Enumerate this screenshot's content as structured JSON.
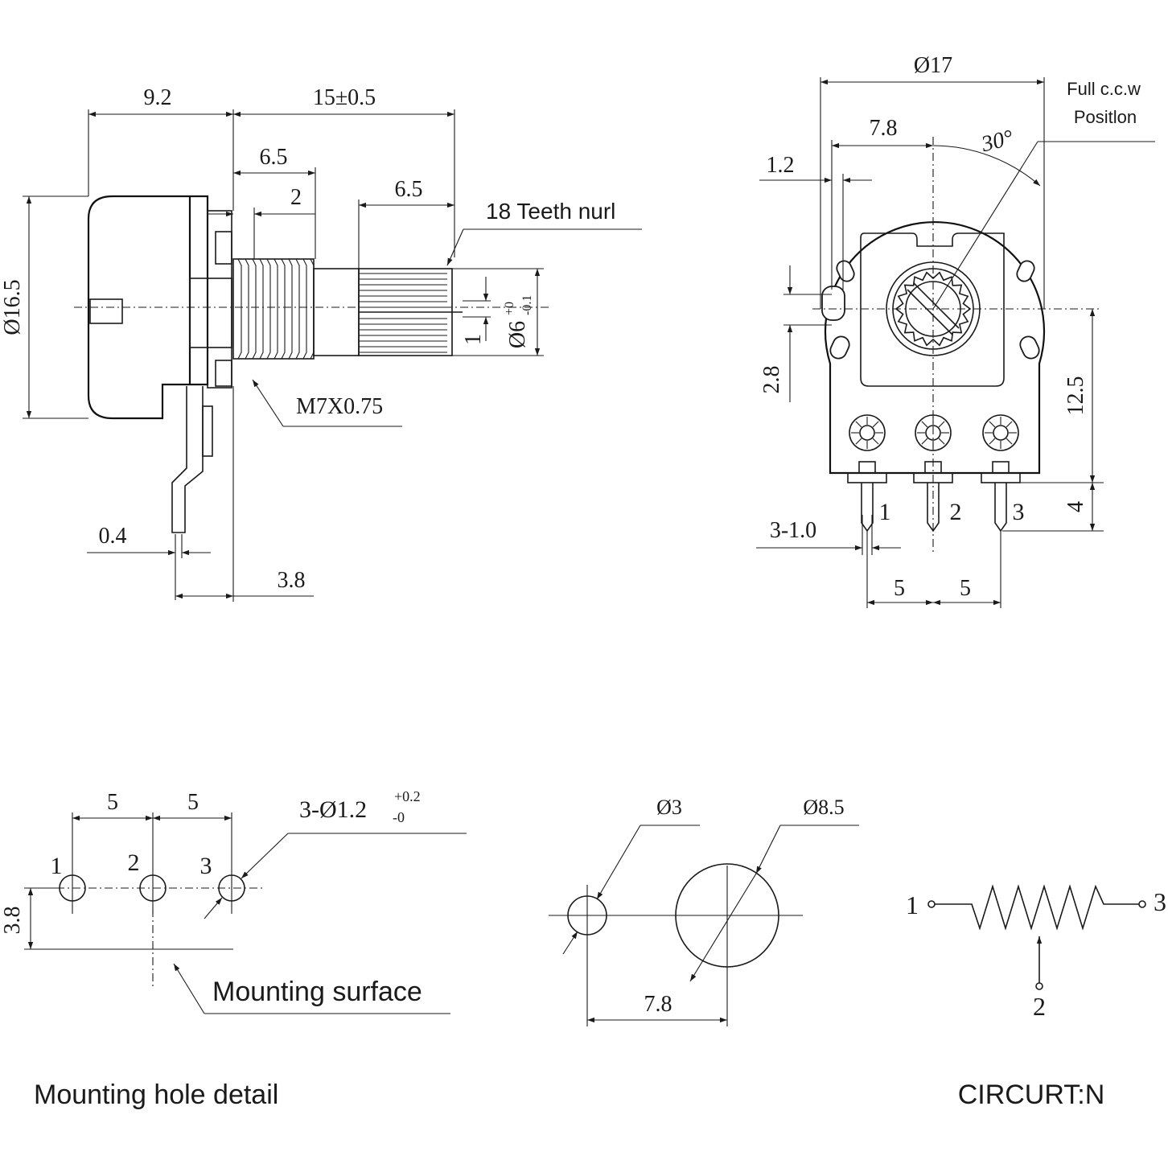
{
  "side_view": {
    "dim_body_depth": "9.2",
    "dim_shaft_length": "15±0.5",
    "dim_thread_length": "6.5",
    "dim_thread_offset": "2",
    "dim_knurl_length": "6.5",
    "knurl_note": "18 Teeth nurl",
    "dim_body_diameter": "Ø16.5",
    "dim_shaft_diameter": "Ø6",
    "dim_shaft_tol_upper": "+0",
    "dim_shaft_tol_lower": "-0.1",
    "dim_slot": "1",
    "thread_note": "M7X0.75",
    "dim_terminal_thickness": "0.4",
    "dim_terminal_offset": "3.8"
  },
  "front_view": {
    "dim_diameter": "Ø17",
    "dim_center_offset": "7.8",
    "dim_lug": "1.2",
    "angle": "30°",
    "note_line1": "Full c.c.w",
    "note_line2": "Positlon",
    "dim_height_small": "2.8",
    "dim_height_main": "12.5",
    "dim_pin_length": "4",
    "dim_pin_width": "3-1.0",
    "dim_pitch_a": "5",
    "dim_pitch_b": "5",
    "pin1": "1",
    "pin2": "2",
    "pin3": "3"
  },
  "mounting_hole": {
    "dim_pitch_a": "5",
    "dim_pitch_b": "5",
    "hole_note": "3-Ø1.2",
    "hole_tol_upper": "+0.2",
    "hole_tol_lower": "-0",
    "pin1": "1",
    "pin2": "2",
    "pin3": "3",
    "dim_offset": "3.8",
    "surface_note": "Mounting surface",
    "caption": "Mounting hole detail"
  },
  "panel_cutout": {
    "dim_small": "Ø3",
    "dim_large": "Ø8.5",
    "dim_spacing": "7.8"
  },
  "circuit": {
    "pin1": "1",
    "pin2": "2",
    "pin3": "3",
    "caption": "CIRCURT:N"
  }
}
